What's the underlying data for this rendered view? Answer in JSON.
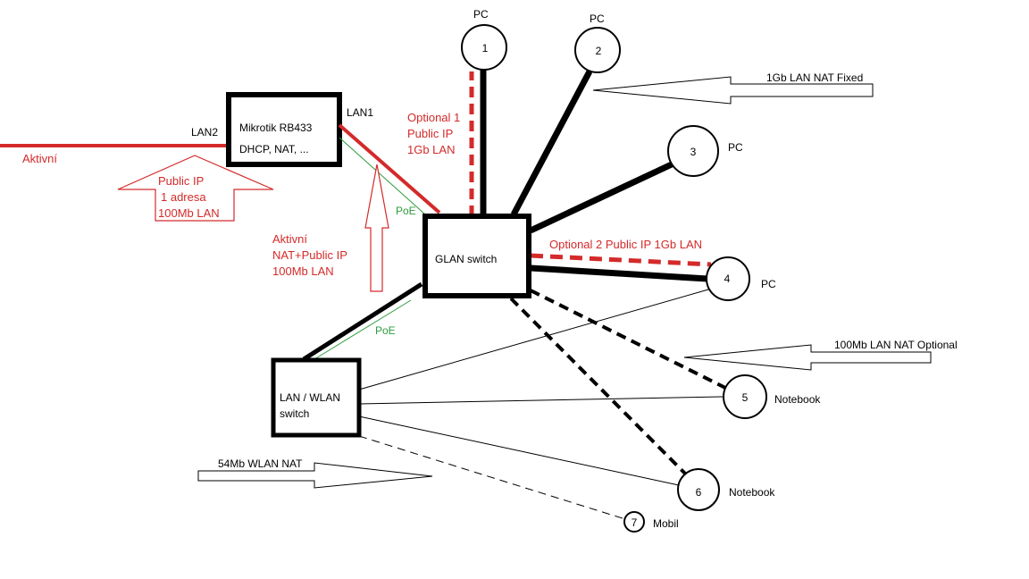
{
  "colors": {
    "red": "#d42a2a",
    "green": "#2e9b3c",
    "black": "#000000"
  },
  "boxes": {
    "mikrotik": {
      "line1": "Mikrotik RB433",
      "line2": "DHCP, NAT, ..."
    },
    "glan": {
      "label": "GLAN switch"
    },
    "wlan": {
      "line1": "LAN / WLAN",
      "line2": "switch"
    }
  },
  "ports": {
    "lan2": "LAN2",
    "lan1": "LAN1"
  },
  "wan": {
    "label": "Aktivní"
  },
  "public_ip_arrow": {
    "line1": "Public IP",
    "line2": "1 adresa",
    "line3": "100Mb LAN"
  },
  "aktivni_arrow": {
    "line1": "Aktivní",
    "line2": "NAT+Public IP",
    "line3": "100Mb LAN"
  },
  "poe": {
    "upper": "PoE",
    "lower": "PoE"
  },
  "optional1": {
    "line1": "Optional 1",
    "line2": "Public IP",
    "line3": "1Gb LAN"
  },
  "optional2": {
    "label": "Optional 2 Public IP 1Gb LAN"
  },
  "arrows": {
    "gb": "1Gb LAN  NAT  Fixed",
    "mb100": "100Mb LAN  NAT  Optional",
    "wlan54": "54Mb WLAN  NAT"
  },
  "nodes": [
    {
      "num": "1",
      "label": "PC"
    },
    {
      "num": "2",
      "label": "PC"
    },
    {
      "num": "3",
      "label": "PC"
    },
    {
      "num": "4",
      "label": "PC"
    },
    {
      "num": "5",
      "label": "Notebook"
    },
    {
      "num": "6",
      "label": "Notebook"
    },
    {
      "num": "7",
      "label": "Mobil"
    }
  ]
}
